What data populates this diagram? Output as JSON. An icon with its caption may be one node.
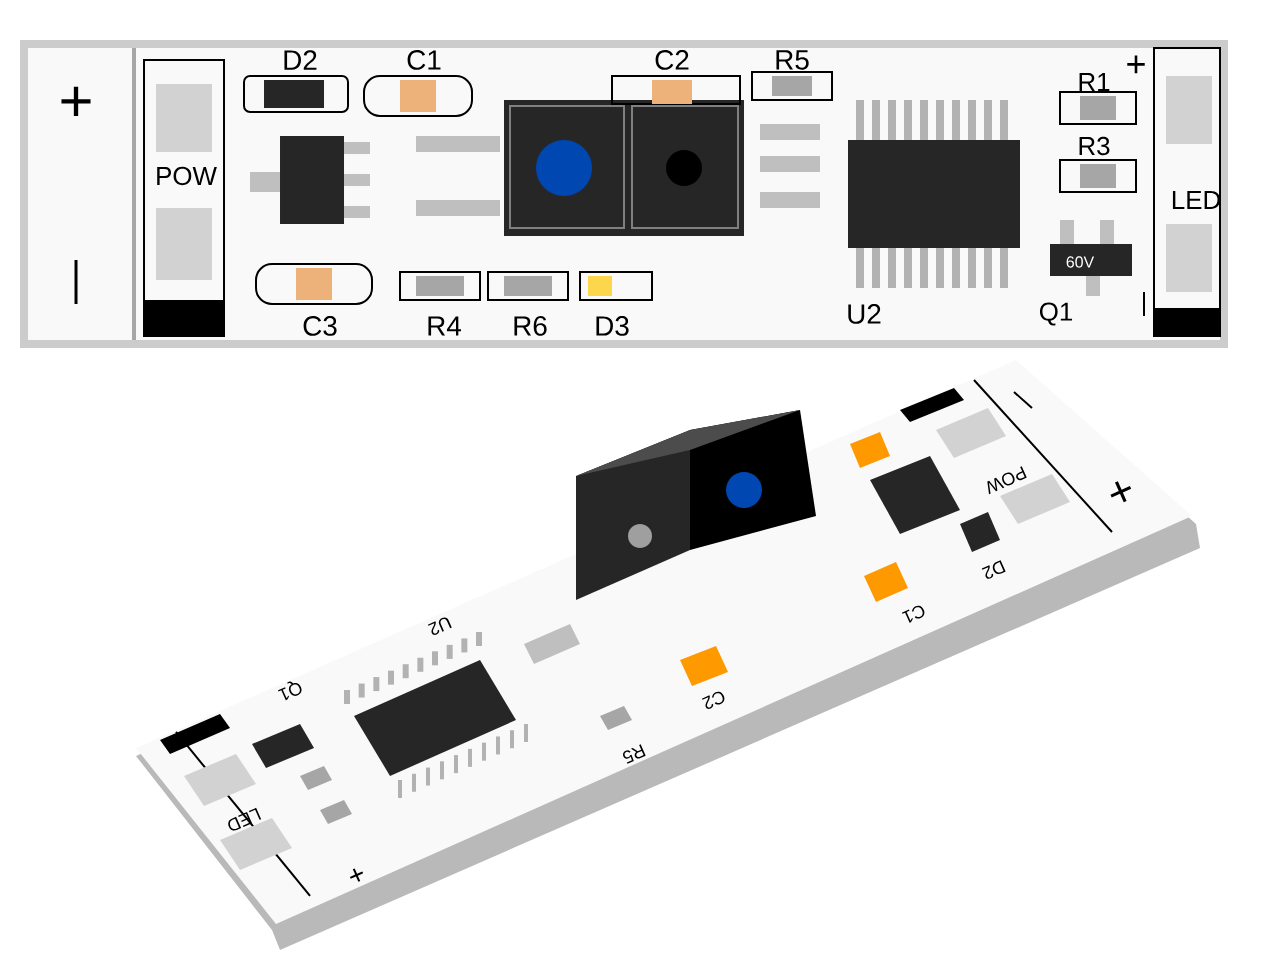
{
  "diagram": {
    "labels": [
      "+",
      "POW",
      "D2",
      "C1",
      "C2",
      "R5",
      "R1",
      "+",
      "R3",
      "LED",
      "60V",
      "U2",
      "Q1",
      "C3",
      "R4",
      "R6",
      "D3",
      "POW",
      "+",
      "D2",
      "C1",
      "U2",
      "Q1",
      "C2",
      "R5",
      "LED",
      "+"
    ]
  }
}
